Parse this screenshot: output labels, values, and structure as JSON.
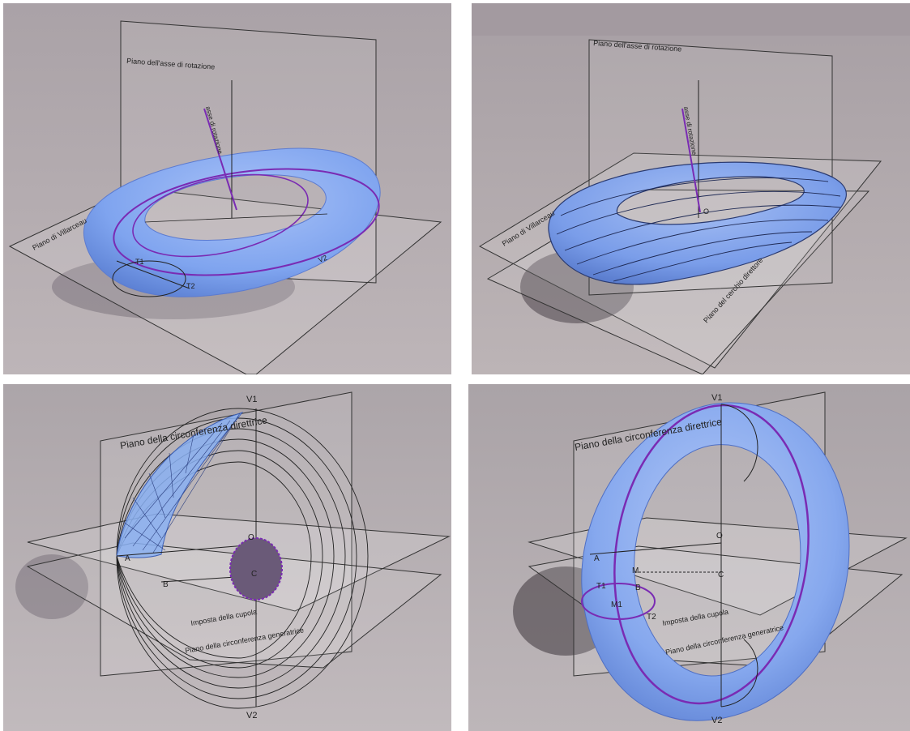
{
  "panels": [
    {
      "id": "top-left",
      "labels": {
        "plane_axis": "Piano dell'asse di rotazione",
        "axis": "asse di rotazione",
        "plane_villarceau": "Piano di Villarceau",
        "t1": "T1",
        "t2": "T2",
        "v2": "V2"
      }
    },
    {
      "id": "top-right",
      "labels": {
        "plane_axis": "Piano dell'asse di rotazione",
        "axis": "asse di rotazione",
        "plane_villarceau": "Piano di Villarceau",
        "plane_directrix": "Piano del cerchio direttore",
        "o": "O"
      }
    },
    {
      "id": "bottom-left",
      "labels": {
        "plane_directrix": "Piano della circonferenza direttrice",
        "v1": "V1",
        "v2": "V2",
        "o": "O",
        "c": "C",
        "a": "A",
        "b": "B",
        "imposta": "Imposta della cupola",
        "plane_generator": "Piano della circonferenza generatrice"
      }
    },
    {
      "id": "bottom-right",
      "labels": {
        "plane_directrix": "Piano della circonferenza direttrice",
        "v1": "V1",
        "v2": "V2",
        "o": "O",
        "c": "C",
        "a": "A",
        "b": "B",
        "m": "M",
        "m1": "M1",
        "t1": "T1",
        "t2": "T2",
        "imposta": "Imposta della cupola",
        "plane_generator": "Piano della circonferenza generatrice"
      }
    }
  ],
  "colors": {
    "background": "#b6aeb2",
    "torus_fill": "#7fa4ef",
    "torus_dark": "#4f73c9",
    "purple_line": "#7a2bb3",
    "black_line": "#222222"
  }
}
